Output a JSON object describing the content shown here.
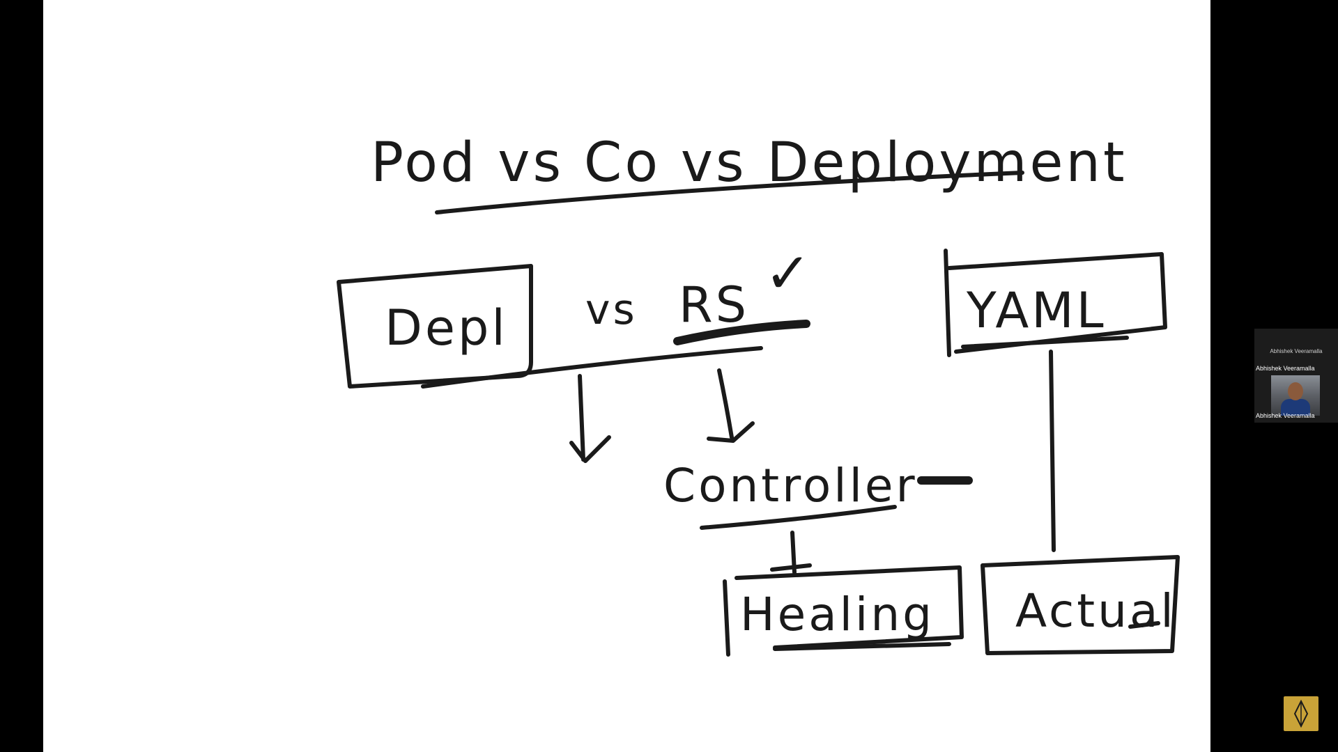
{
  "whiteboard": {
    "title": "Pod vs Co vs Deployment",
    "depl_box": "Depl",
    "vs_label": "vs",
    "rs_label": "RS",
    "checkmark": "✓",
    "yaml_box": "YAML",
    "controller_label": "Controller",
    "healing_box": "Healing",
    "actual_box": "Actual"
  },
  "participant": {
    "name_top": "Abhishek Veeramalla",
    "name_mid": "Abhishek Veeramalla",
    "name_bottom": "Abhishek Veeramalla"
  },
  "icons": {
    "corner_button": "compass-icon"
  },
  "colors": {
    "ink": "#1a1a1a",
    "board": "#ffffff",
    "frame": "#000000",
    "corner_button": "#c9a338"
  }
}
